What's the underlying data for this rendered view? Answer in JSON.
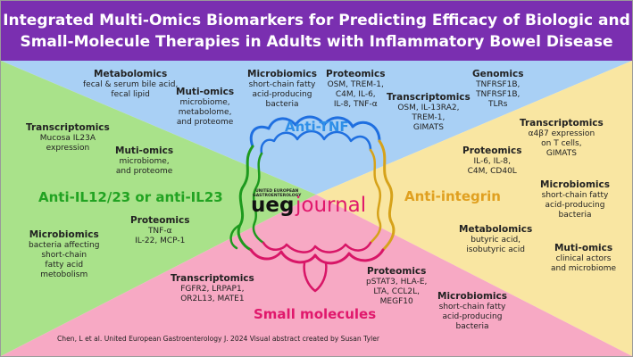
{
  "title": {
    "line1": "Integrated Multi-Omics Biomarkers for Predicting Efficacy of Biologic and",
    "line2": "Small-Molecule Therapies in Adults with Inflammatory Bowel Disease"
  },
  "colors": {
    "header": "#7a2fb0",
    "anti_tnf": "#a9d0f5",
    "anti_integrin": "#f9e6a2",
    "small_molecules": "#f7a9c4",
    "anti_il": "#a9e28a",
    "anti_tnf_label": "#2f8fe8",
    "anti_integrin_label": "#e0a020",
    "small_molecules_label": "#e0186c",
    "anti_il_label": "#22a322"
  },
  "logo": {
    "small_text_line1": "UNITED EUROPEAN",
    "small_text_line2": "GASTROENTEROLOGY",
    "ueg": "ueg",
    "journal": "journal"
  },
  "therapies": {
    "anti_tnf": "Anti-TNF",
    "anti_integrin": "Anti-integrin",
    "small_molecules": "Small molecules",
    "anti_il": "Anti-IL12/23 or anti-IL23"
  },
  "anti_tnf": {
    "metabolomics": {
      "heading": "Metabolomics",
      "lines": [
        "fecal & serum bile acid,",
        "fecal lipid"
      ]
    },
    "multiomics": {
      "heading": "Muti-omics",
      "lines": [
        "microbiome,",
        "metabolome,",
        "and proteome"
      ]
    },
    "microbiomics": {
      "heading": "Microbiomics",
      "lines": [
        "short-chain fatty",
        "acid-producing",
        "bacteria"
      ]
    },
    "proteomics": {
      "heading": "Proteomics",
      "lines": [
        "OSM, TREM-1,",
        "C4M, IL-6,",
        "IL-8, TNF-α"
      ]
    },
    "transcriptomics": {
      "heading": "Transcriptomics",
      "lines": [
        "OSM, IL-13RA2,",
        "TREM-1,",
        "GIMATS"
      ]
    },
    "genomics": {
      "heading": "Genomics",
      "lines": [
        "TNFRSF1B,",
        "TNFRSF1B,",
        "TLRs"
      ]
    }
  },
  "anti_integrin": {
    "transcriptomics": {
      "heading": "Transcriptomics",
      "lines": [
        "α4β7 expression",
        "on T cells,",
        "GIMATS"
      ]
    },
    "proteomics": {
      "heading": "Proteomics",
      "lines": [
        "IL-6, IL-8,",
        "C4M, CD40L"
      ]
    },
    "microbiomics": {
      "heading": "Microbiomics",
      "lines": [
        "short-chain fatty",
        "acid-producing",
        "bacteria"
      ]
    },
    "metabolomics": {
      "heading": "Metabolomics",
      "lines": [
        "butyric acid,",
        "isobutyric acid"
      ]
    },
    "multiomics": {
      "heading": "Muti-omics",
      "lines": [
        "clinical actors",
        "and microbiome"
      ]
    }
  },
  "anti_il": {
    "transcriptomics": {
      "heading": "Transcriptomics",
      "lines": [
        "Mucosa IL23A",
        "expression"
      ]
    },
    "multiomics": {
      "heading": "Muti-omics",
      "lines": [
        "microbiome,",
        "and proteome"
      ]
    },
    "microbiomics": {
      "heading": "Microbiomics",
      "lines": [
        "bacteria affecting",
        "short-chain",
        "fatty acid",
        "metobolism"
      ]
    },
    "proteomics": {
      "heading": "Proteomics",
      "lines": [
        "TNF-α",
        "IL-22, MCP-1"
      ]
    }
  },
  "small_molecules": {
    "transcriptomics": {
      "heading": "Transcriptomics",
      "lines": [
        "FGFR2, LRPAP1,",
        "OR2L13, MATE1"
      ]
    },
    "proteomics": {
      "heading": "Proteomics",
      "lines": [
        "pSTAT3, HLA-E,",
        "LTA, CCL2L,",
        "MEGF10"
      ]
    },
    "microbiomics": {
      "heading": "Microbiomics",
      "lines": [
        "short-chain fatty",
        "acid-producing",
        "bacteria"
      ]
    }
  },
  "citation": "Chen, L et al. United European Gastroenterology J. 2024 Visual abstract created by Susan Tyler"
}
